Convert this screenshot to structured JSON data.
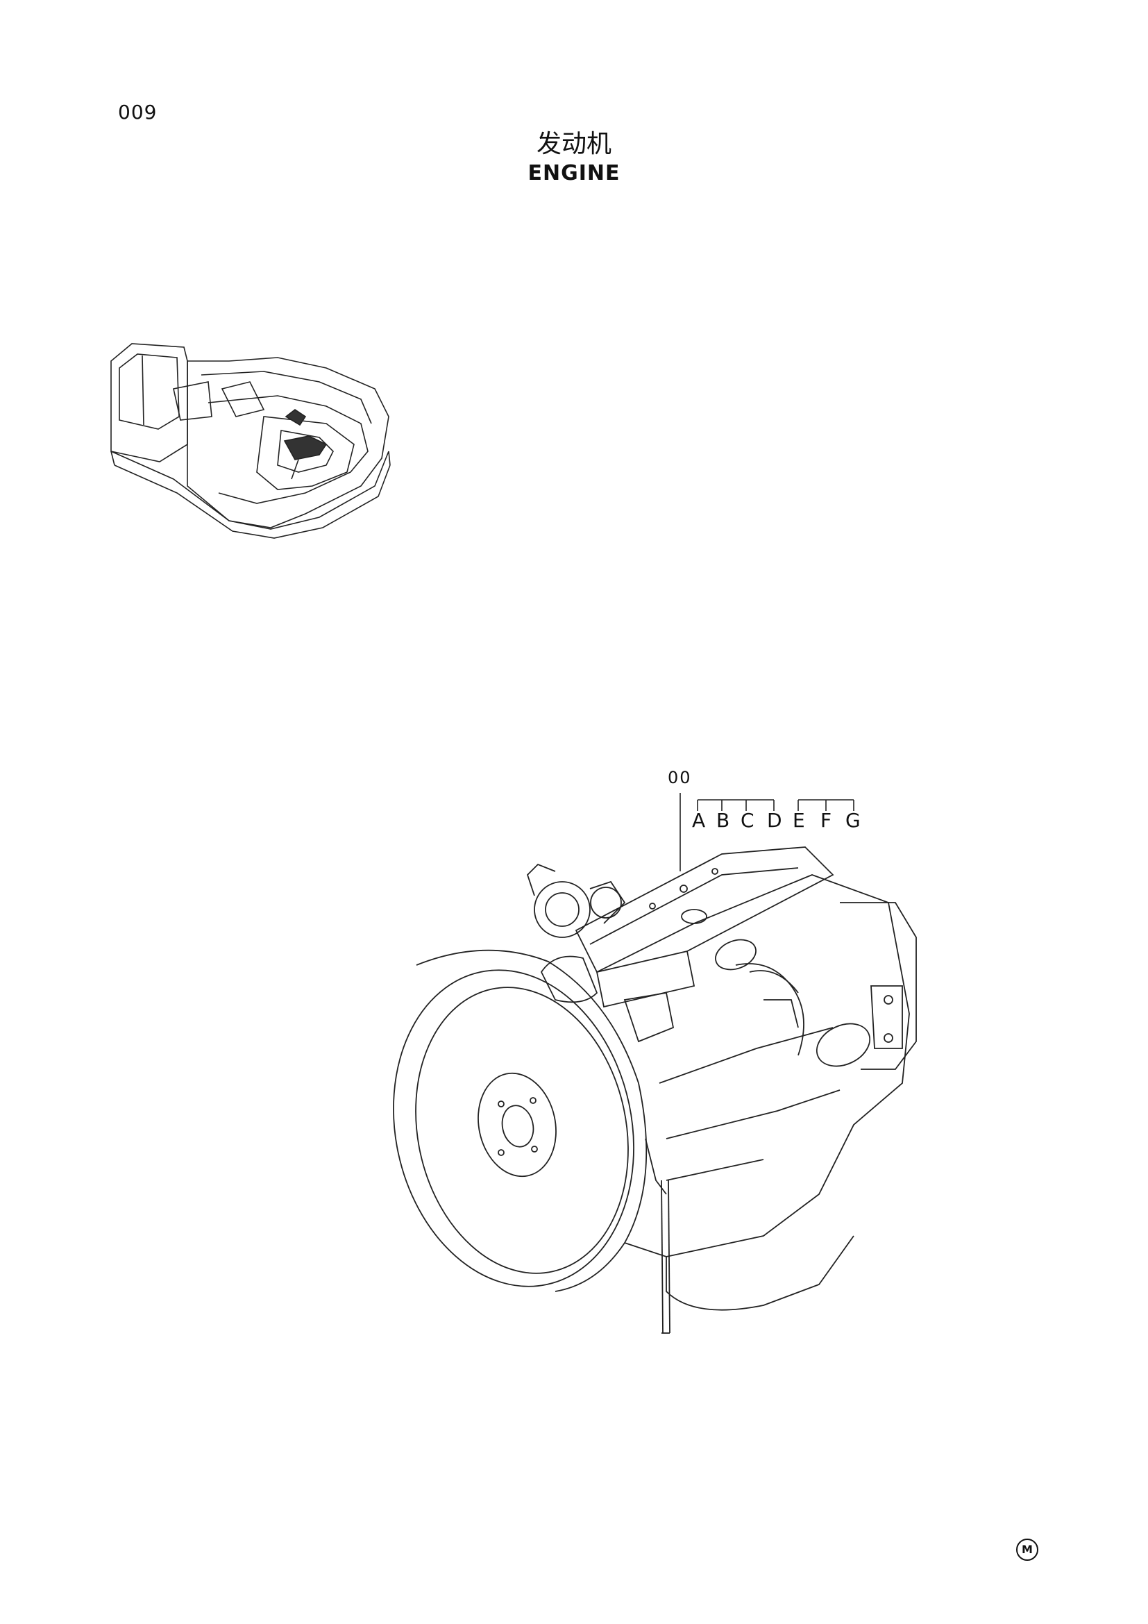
{
  "page": {
    "page_number": "009",
    "title_cn": "发动机",
    "title_en": "ENGINE"
  },
  "callouts": {
    "main_code": "00",
    "letters": [
      "A",
      "B",
      "C",
      "D",
      "E",
      "F",
      "G"
    ]
  },
  "footer": {
    "mark": "M"
  },
  "colors": {
    "ink": "#111111",
    "paper": "#ffffff"
  }
}
